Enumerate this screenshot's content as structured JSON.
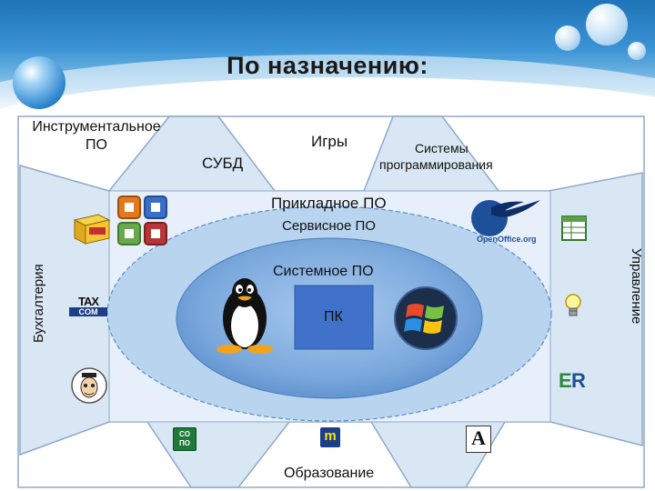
{
  "title": "По назначению:",
  "colors": {
    "header_blue": "#2f86cf",
    "frame_border": "#8fa8c8",
    "outer_band": "#d6e6f6",
    "service_band": "#b8d4ee",
    "system_ellipse": "#6e9fd6",
    "pc_box": "#3f72c8"
  },
  "diagram": {
    "categories": {
      "instrumental": "Инструментальное ПО",
      "dbms": "СУБД",
      "games": "Игры",
      "programming_line1": "Системы",
      "programming_line2": "программирования",
      "accounting": "Бухгалтерия",
      "management": "Управление",
      "education": "Образование"
    },
    "applied_po": "Прикладное ПО",
    "service_po": "Сервисное ПО",
    "system_po": "Системное ПО",
    "pc": "ПК",
    "icons": {
      "office": "ms-office-icon",
      "openoffice": "openoffice-logo-icon",
      "openoffice_text": "OpenOffice.org",
      "linux": "tux-penguin-icon",
      "windows": "windows-logo-icon",
      "taxcom": "taxcom-logo-icon",
      "taxcom_line1": "TAX",
      "taxcom_line2": "COM",
      "consultant": "software-box-icon",
      "bulb": "light-bulb-icon",
      "er": "er-diagram-icon",
      "excel": "spreadsheet-icon",
      "cartoon": "cartoon-character-icon",
      "edu1": "edu-software-icon",
      "edu1_line1": "CO",
      "edu1_line2": "ПО",
      "edu2": "edu-m-icon",
      "edu2_letter": "m",
      "edu3": "font-editor-icon",
      "edu3_letter": "A"
    }
  }
}
